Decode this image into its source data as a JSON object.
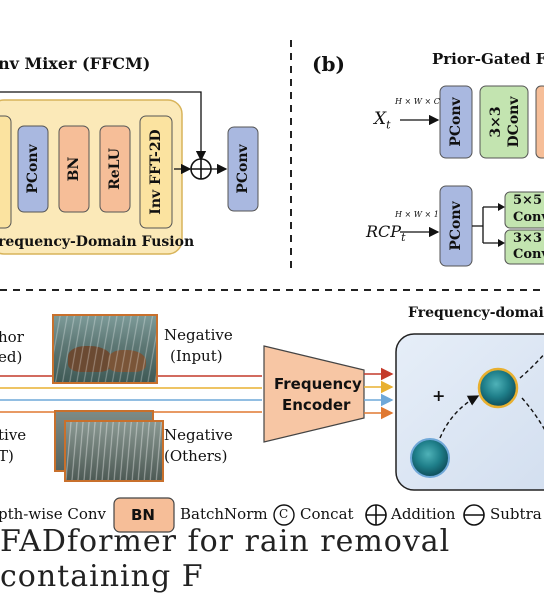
{
  "panel_a": {
    "title": "nv Mixer (FFCM)",
    "blocks": [
      "PConv",
      "BN",
      "ReLU",
      "Inv FFT-2D"
    ],
    "fusion_label": "requency-Domain Fusion",
    "out_block": "PConv"
  },
  "panel_b": {
    "tag": "(b)",
    "title": "Prior-Gated Fe",
    "input1": "X",
    "input1_sub": "t",
    "input1_dim": "H × W × C",
    "input2": "RCP",
    "input2_sub": "t",
    "input2_dim": "H × W × 1",
    "pconv1": "PConv",
    "dconv1": "3×3",
    "dconv2": "DConv",
    "pconv2": "PConv",
    "branch_a": "5×5",
    "branch_a2": "Conv",
    "branch_b": "3×3",
    "branch_b2": "Conv"
  },
  "panel_c": {
    "anchor_1": "hor",
    "anchor_2": "ed)",
    "neg_input_1": "Negative",
    "neg_input_2": "(Input)",
    "pos_1": "tive",
    "pos_2": "T)",
    "neg_others_1": "Negative",
    "neg_others_2": "(Others)",
    "encoder_1": "Frequency",
    "encoder_2": "Encoder",
    "space_title": "Frequency-domain",
    "plus_sign": "+"
  },
  "legend": {
    "item1": "pth-wise Conv",
    "bn_box": "BN",
    "bn_label": "BatchNorm",
    "concat_symbol": "C",
    "concat_label": "Concat",
    "add_label": "Addition",
    "sub_label": "Subtra"
  },
  "caption": "FADformer for rain removal containing F",
  "colors": {
    "blue_box": "#a9b8e0",
    "orange_box": "#f6be98",
    "yellow_box": "#fbe3a0",
    "green_box": "#c3e4b0",
    "arrow_red": "#c43a2a",
    "arrow_yellow": "#e8b030",
    "arrow_blue": "#6fa8d8",
    "arrow_orange": "#e07830"
  }
}
